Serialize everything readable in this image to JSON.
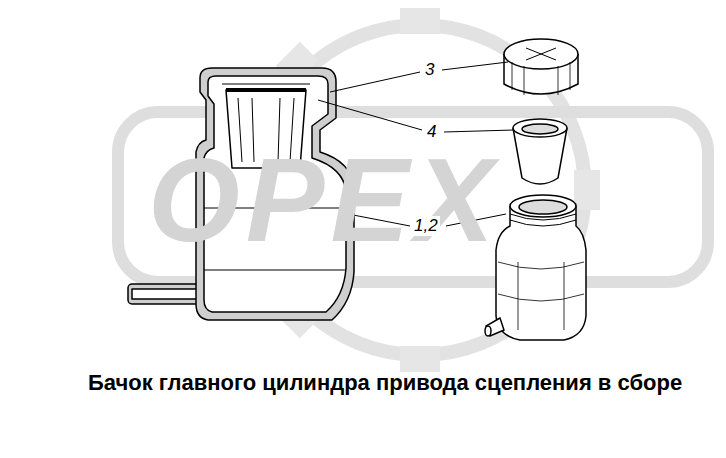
{
  "diagram": {
    "caption": "Бачок главного цилиндра привода сцепления в сборе",
    "labels": [
      "OPEX",
      "3",
      "4",
      "1,2"
    ]
  }
}
